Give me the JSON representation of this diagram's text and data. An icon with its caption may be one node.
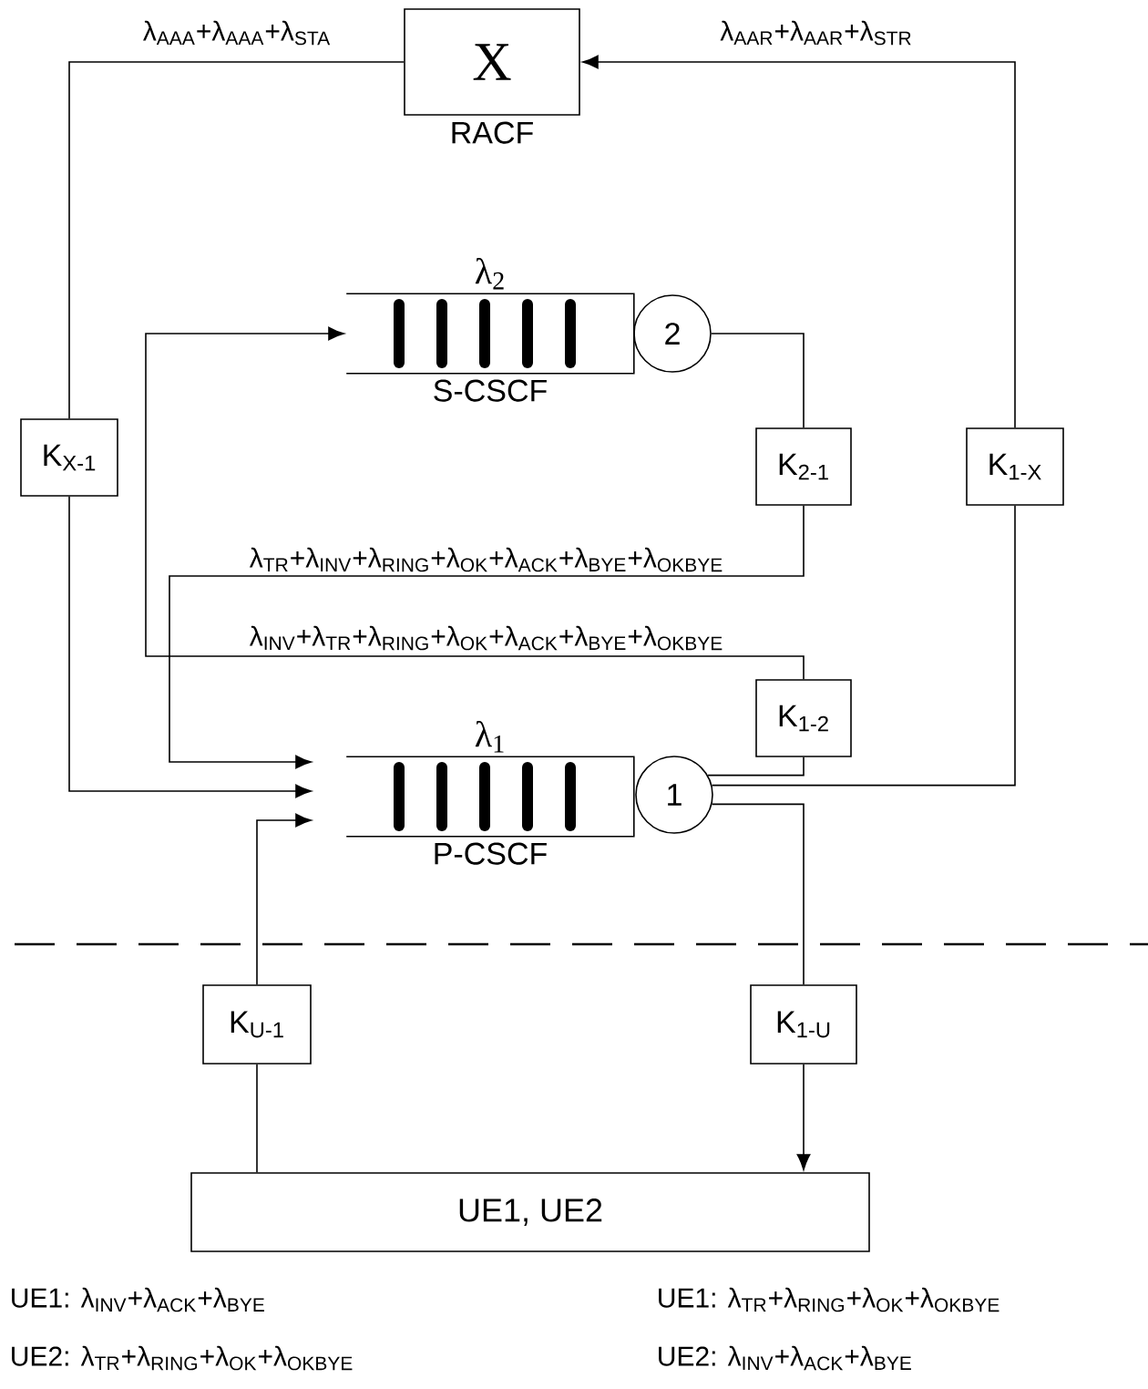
{
  "diagram": {
    "nodes": [
      {
        "text": [
          "X"
        ],
        "beside": [
          "RACF"
        ]
      },
      {
        "text": [
          "λ$_{2}$",
          "S-CSCF"
        ]
      },
      {
        "text": [
          "2"
        ]
      },
      {
        "text": [
          "K$_{2-1}$"
        ]
      },
      {
        "text": [
          "K$_{1-X}$"
        ]
      },
      {
        "text": [
          "K$_{X-1}$"
        ]
      },
      {
        "text": [
          "λ$_{1}$",
          "P-CSCF"
        ]
      },
      {
        "text": [
          "1"
        ]
      },
      {
        "text": [
          "K$_{1-2}$"
        ]
      },
      {
        "text": [
          "K$_{U-1}$"
        ]
      },
      {
        "text": [
          "K$_{1-U}$"
        ]
      },
      {
        "text": [
          "UE1, UE2"
        ]
      }
    ],
    "edges": [
      {
        "from": 0,
        "to": 5,
        "arrow": "none",
        "label": "λ$_{AAA}$+λ$_{AAA}$+λ$_{STA}$"
      },
      {
        "from": 5,
        "to": 6,
        "arrow": "to"
      },
      {
        "from": 7,
        "to": 4,
        "arrow": "none"
      },
      {
        "from": 4,
        "to": 0,
        "arrow": "to",
        "label": "λ$_{AAR}$+λ$_{AAR}$+λ$_{STR}$"
      },
      {
        "from": 2,
        "to": 3,
        "arrow": "none"
      },
      {
        "from": 3,
        "to": 6,
        "arrow": "to",
        "label": "λ$_{TR}$+λ$_{INV}$+λ$_{RING}$+λ$_{OK}$+λ$_{ACK}$+λ$_{BYE}$+λ$_{OKBYE}$"
      },
      {
        "from": 7,
        "to": 8,
        "arrow": "none"
      },
      {
        "from": 8,
        "to": 1,
        "arrow": "to",
        "label": "λ$_{INV}$+λ$_{TR}$+λ$_{RING}$+λ$_{OK}$+λ$_{ACK}$+λ$_{BYE}$+λ$_{OKBYE}$"
      },
      {
        "from": 11,
        "to": 9,
        "arrow": "none"
      },
      {
        "from": 9,
        "to": 6,
        "arrow": "to"
      },
      {
        "from": 7,
        "to": 10,
        "arrow": "none"
      },
      {
        "from": 10,
        "to": 11,
        "arrow": "to"
      }
    ],
    "labels": [
      "UE1: λ$_{INV}$+λ$_{ACK}$+λ$_{BYE}$",
      "UE1: λ$_{TR}$+λ$_{RING}$+λ$_{OK}$+λ$_{OKBYE}$",
      "UE2: λ$_{TR}$+λ$_{RING}$+λ$_{OK}$+λ$_{OKBYE}$",
      "UE2: λ$_{INV}$+λ$_{ACK}$+λ$_{BYE}$"
    ]
  }
}
